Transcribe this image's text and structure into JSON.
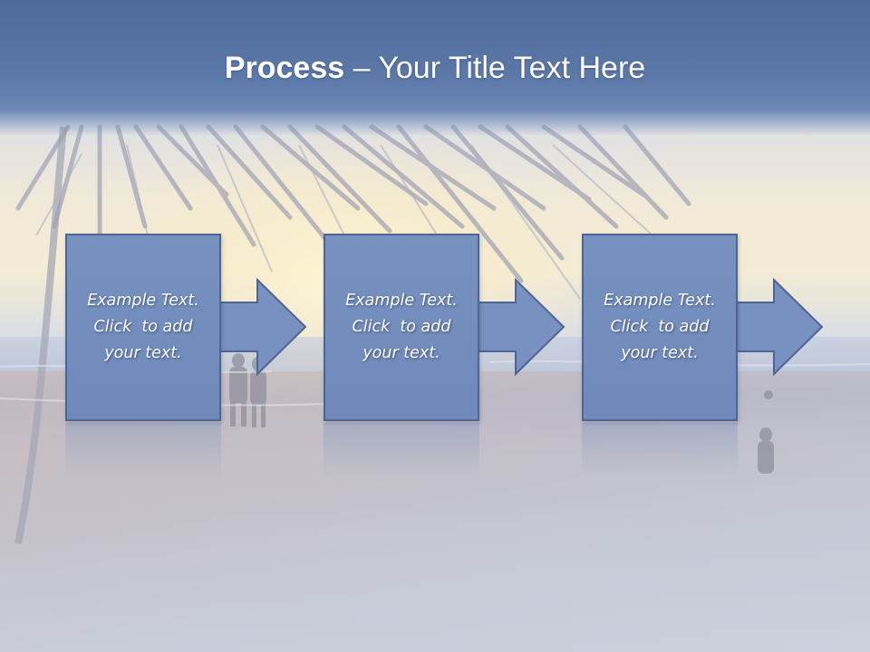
{
  "slide": {
    "title_bold": "Process",
    "title_dash": " – ",
    "title_rest": "Your Title Text Here"
  },
  "steps": [
    {
      "line1": "Example Text.",
      "line2": "Click  to add",
      "line3": "your text."
    },
    {
      "line1": "Example Text.",
      "line2": "Click  to add",
      "line3": "your text."
    },
    {
      "line1": "Example Text.",
      "line2": "Click  to add",
      "line3": "your text."
    }
  ],
  "colors": {
    "header": "#5b78a8",
    "box_fill": "#7791c0",
    "box_border": "#4d6592",
    "arrow_fill": "#7891c0"
  },
  "background": {
    "scene": "beach sunset with palm fronds and people walking"
  }
}
